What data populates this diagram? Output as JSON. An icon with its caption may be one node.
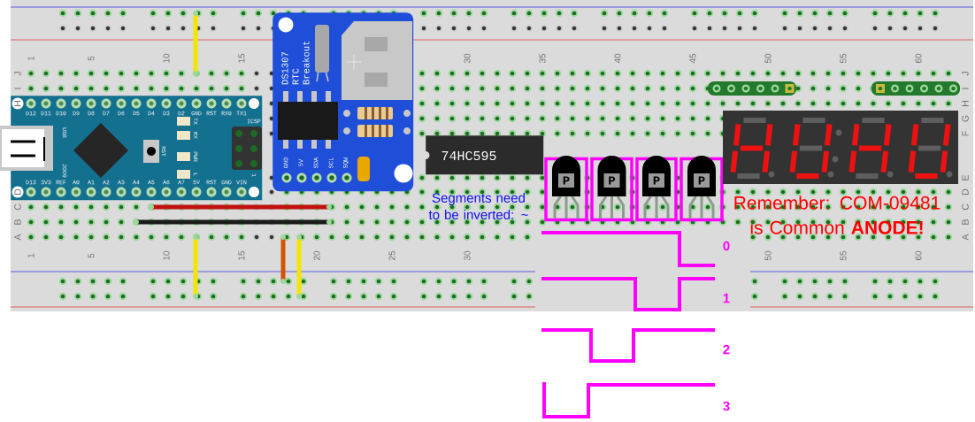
{
  "diagram": {
    "nodes": [
      {
        "text": [
          "D12",
          "D11",
          "D10",
          "D9",
          "D8",
          "D7",
          "D6",
          "D5",
          "D4",
          "D3",
          "D2",
          "GND",
          "RST",
          "RX0",
          "TX1",
          "D13",
          "3V3",
          "REF",
          "A0",
          "A1",
          "A2",
          "A3",
          "A4",
          "A5",
          "A6",
          "A7",
          "5V",
          "RST",
          "GND",
          "VIN",
          "USB",
          "2009",
          "RST",
          "TX",
          "RX",
          "PWR",
          "L",
          "ICSP",
          "1"
        ]
      },
      {
        "text": [
          "DS1307 RTC Breakout",
          "GND",
          "5V",
          "SDA",
          "SCL",
          "SQW"
        ]
      },
      {
        "text": [
          "74HC595"
        ]
      },
      {
        "text": [
          "P"
        ]
      },
      {
        "text": [
          "P"
        ]
      },
      {
        "text": [
          "P"
        ]
      },
      {
        "text": [
          "P"
        ]
      }
    ],
    "labels": [
      "1",
      "5",
      "10",
      "15",
      "30",
      "35",
      "40",
      "45",
      "50",
      "55",
      "60",
      "J",
      "I",
      "H",
      "D",
      "C",
      "B",
      "A",
      "J",
      "I",
      "H",
      "G",
      "F",
      "E",
      "D",
      "C",
      "B",
      "A",
      "Segments need to be inverted: ~",
      "Remember: COM-09481 is Common **ANODE!**",
      "1",
      "5",
      "10",
      "15",
      "20",
      "25",
      "30",
      "50",
      "55",
      "60",
      "0",
      "1",
      "2",
      "3"
    ]
  }
}
